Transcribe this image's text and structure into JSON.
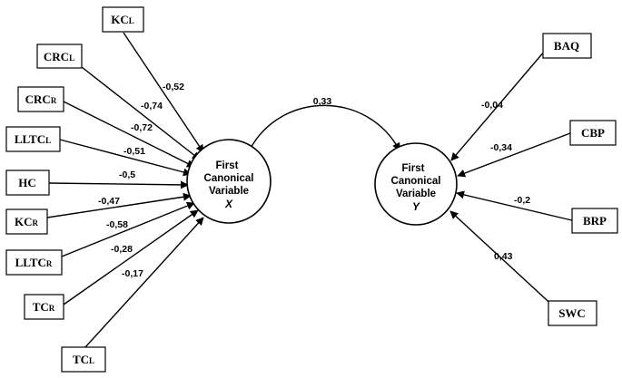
{
  "nodes": {
    "x": {
      "line1": "First",
      "line2": "Canonical",
      "line3": "Variable",
      "letter": "X"
    },
    "y": {
      "line1": "First",
      "line2": "Canonical",
      "line3": "Variable",
      "letter": "Y"
    }
  },
  "correlation": "0,33",
  "left_indicators": [
    {
      "id": "kcl",
      "main": "KC",
      "sub": "L",
      "coef": "-0,52"
    },
    {
      "id": "crcl",
      "main": "CRC",
      "sub": "L",
      "coef": "-0,74"
    },
    {
      "id": "crcr",
      "main": "CRC",
      "sub": "R",
      "coef": "-0,72"
    },
    {
      "id": "lltcl",
      "main": "LLTC",
      "sub": "L",
      "coef": "-0,51"
    },
    {
      "id": "hc",
      "main": "HC",
      "sub": "",
      "coef": "-0,5"
    },
    {
      "id": "kcr",
      "main": "KC",
      "sub": "R",
      "coef": "-0,47"
    },
    {
      "id": "lltcr",
      "main": "LLTC",
      "sub": "R",
      "coef": "-0,58"
    },
    {
      "id": "tcr",
      "main": "TC",
      "sub": "R",
      "coef": "-0,28"
    },
    {
      "id": "tcl",
      "main": "TC",
      "sub": "L",
      "coef": "-0,17"
    }
  ],
  "right_indicators": [
    {
      "id": "baq",
      "main": "BAQ",
      "sub": "",
      "coef": "-0,04"
    },
    {
      "id": "cbp",
      "main": "CBP",
      "sub": "",
      "coef": "-0,34"
    },
    {
      "id": "brp",
      "main": "BRP",
      "sub": "",
      "coef": "-0,2"
    },
    {
      "id": "swc",
      "main": "SWC",
      "sub": "",
      "coef": "0,43"
    }
  ]
}
